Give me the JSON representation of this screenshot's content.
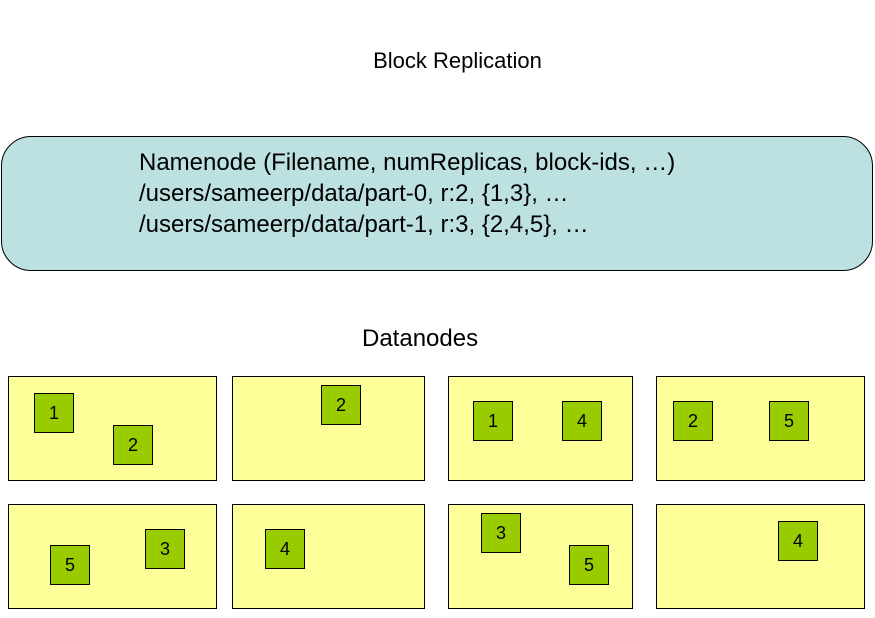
{
  "title": "Block Replication",
  "namenode": {
    "lines": [
      "Namenode (Filename, numReplicas, block-ids, …)",
      "/users/sameerp/data/part-0, r:2, {1,3}, …",
      "/users/sameerp/data/part-1, r:3, {2,4,5}, …"
    ]
  },
  "datanodes_label": "Datanodes",
  "datanodes": [
    {
      "blocks": [
        "1",
        "2"
      ]
    },
    {
      "blocks": [
        "2"
      ]
    },
    {
      "blocks": [
        "1",
        "4"
      ]
    },
    {
      "blocks": [
        "2",
        "5"
      ]
    },
    {
      "blocks": [
        "5",
        "3"
      ]
    },
    {
      "blocks": [
        "4"
      ]
    },
    {
      "blocks": [
        "3",
        "5"
      ]
    },
    {
      "blocks": [
        "4"
      ]
    }
  ],
  "colors": {
    "namenode_fill": "#bde0e0",
    "datanode_fill": "#ffff99",
    "block_fill": "#99cc00"
  }
}
